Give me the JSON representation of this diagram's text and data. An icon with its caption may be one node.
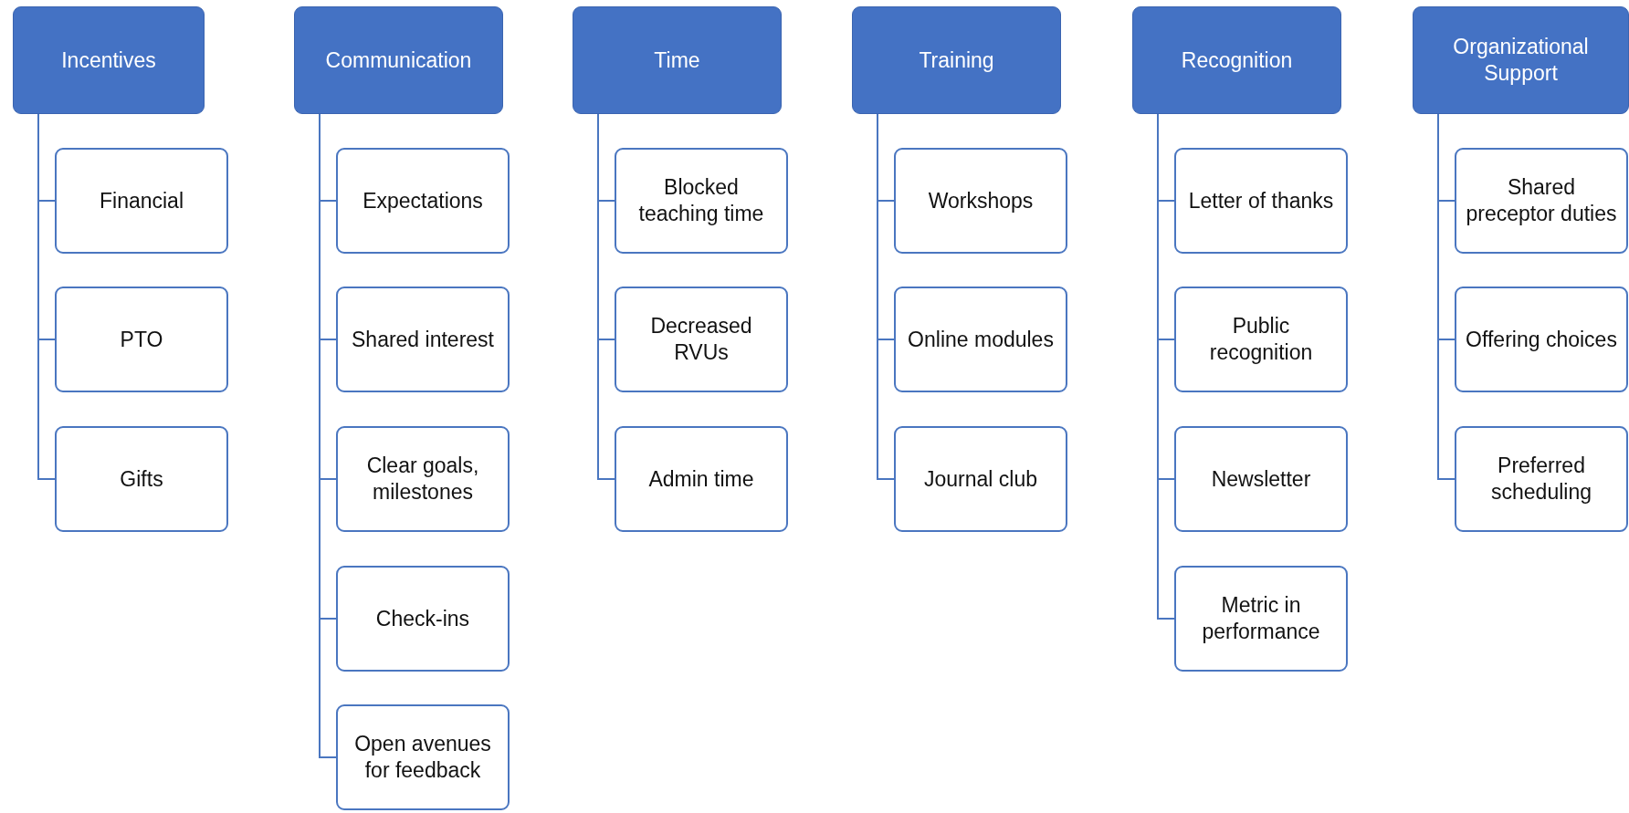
{
  "diagram": {
    "nodes": [
      {
        "text": [
          "Incentives"
        ]
      },
      {
        "text": [
          "Financial"
        ]
      },
      {
        "text": [
          "PTO"
        ]
      },
      {
        "text": [
          "Gifts"
        ]
      },
      {
        "text": [
          "Communication"
        ]
      },
      {
        "text": [
          "Expectations"
        ]
      },
      {
        "text": [
          "Shared interest"
        ]
      },
      {
        "text": [
          "Clear goals, milestones"
        ]
      },
      {
        "text": [
          "Check-ins"
        ]
      },
      {
        "text": [
          "Open avenues for feedback"
        ]
      },
      {
        "text": [
          "Time"
        ]
      },
      {
        "text": [
          "Blocked teaching time"
        ]
      },
      {
        "text": [
          "Decreased RVUs"
        ]
      },
      {
        "text": [
          "Admin time"
        ]
      },
      {
        "text": [
          "Training"
        ]
      },
      {
        "text": [
          "Workshops"
        ]
      },
      {
        "text": [
          "Online modules"
        ]
      },
      {
        "text": [
          "Journal club"
        ]
      },
      {
        "text": [
          "Recognition"
        ]
      },
      {
        "text": [
          "Letter of thanks"
        ]
      },
      {
        "text": [
          "Public recognition"
        ]
      },
      {
        "text": [
          "Newsletter"
        ]
      },
      {
        "text": [
          "Metric in performance"
        ]
      },
      {
        "text": [
          "Organizational Support"
        ]
      },
      {
        "text": [
          "Shared preceptor duties"
        ]
      },
      {
        "text": [
          "Offering choices"
        ]
      },
      {
        "text": [
          "Preferred scheduling"
        ]
      }
    ],
    "edges": [
      {
        "from": 0,
        "to": 1,
        "arrow": "none"
      },
      {
        "from": 0,
        "to": 2,
        "arrow": "none"
      },
      {
        "from": 0,
        "to": 3,
        "arrow": "none"
      },
      {
        "from": 4,
        "to": 5,
        "arrow": "none"
      },
      {
        "from": 4,
        "to": 6,
        "arrow": "none"
      },
      {
        "from": 4,
        "to": 7,
        "arrow": "none"
      },
      {
        "from": 4,
        "to": 8,
        "arrow": "none"
      },
      {
        "from": 4,
        "to": 9,
        "arrow": "none"
      },
      {
        "from": 10,
        "to": 11,
        "arrow": "none"
      },
      {
        "from": 10,
        "to": 12,
        "arrow": "none"
      },
      {
        "from": 10,
        "to": 13,
        "arrow": "none"
      },
      {
        "from": 14,
        "to": 15,
        "arrow": "none"
      },
      {
        "from": 14,
        "to": 16,
        "arrow": "none"
      },
      {
        "from": 14,
        "to": 17,
        "arrow": "none"
      },
      {
        "from": 18,
        "to": 19,
        "arrow": "none"
      },
      {
        "from": 18,
        "to": 20,
        "arrow": "none"
      },
      {
        "from": 18,
        "to": 21,
        "arrow": "none"
      },
      {
        "from": 18,
        "to": 22,
        "arrow": "none"
      },
      {
        "from": 23,
        "to": 24,
        "arrow": "none"
      },
      {
        "from": 23,
        "to": 25,
        "arrow": "none"
      },
      {
        "from": 23,
        "to": 26,
        "arrow": "none"
      }
    ]
  }
}
